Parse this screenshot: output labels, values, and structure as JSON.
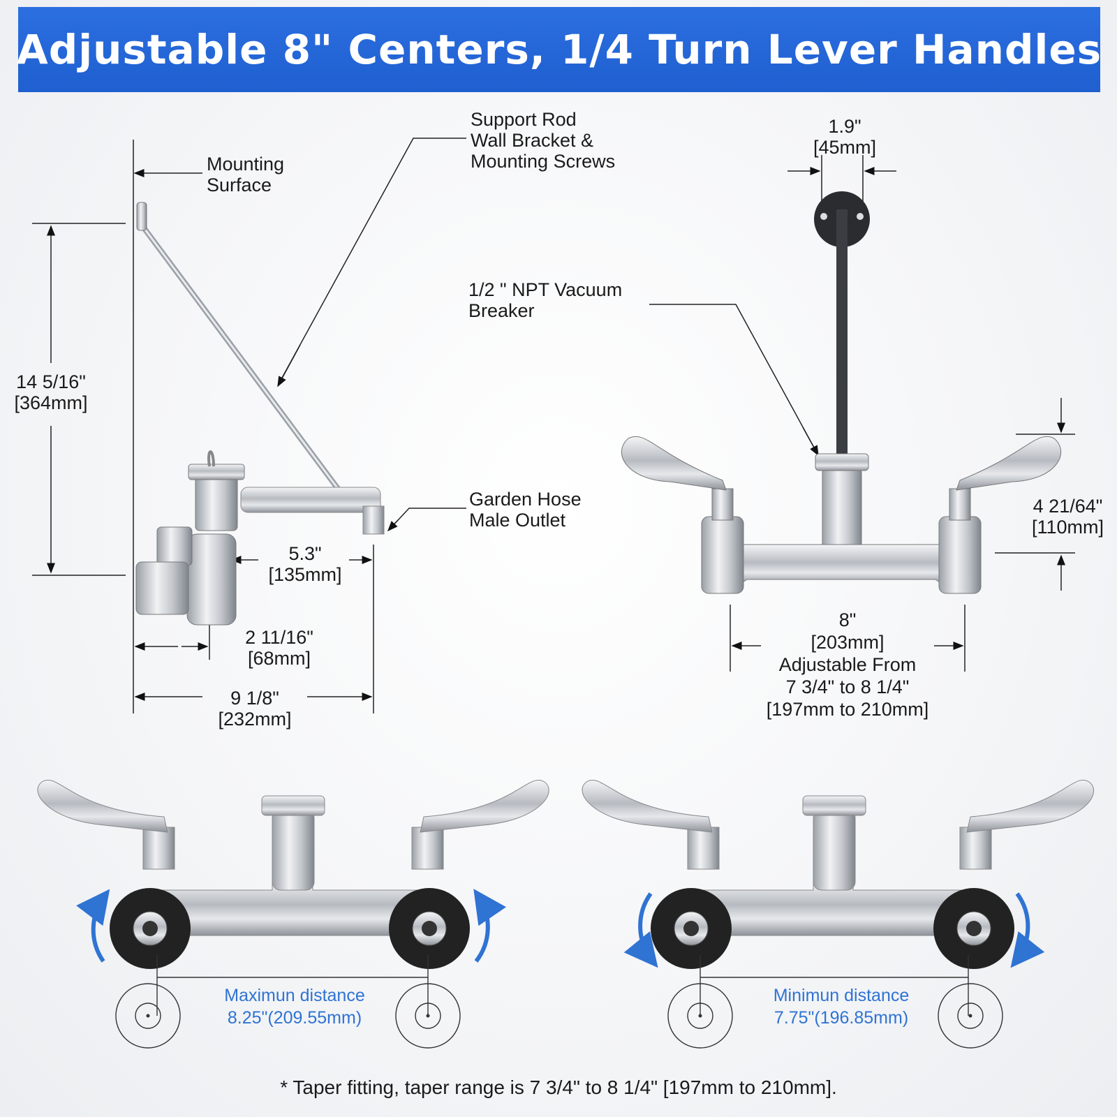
{
  "header": {
    "title": "Adjustable 8\" Centers, 1/4 Turn Lever Handles"
  },
  "side_view": {
    "mounting_surface": [
      "Mounting",
      "Surface"
    ],
    "support_rod": [
      "Support Rod",
      "Wall Bracket &",
      "Mounting Screws"
    ],
    "height": [
      "14 5/16\"",
      "[364mm]"
    ],
    "garden_hose": [
      "Garden Hose",
      "Male Outlet"
    ],
    "spout_depth": [
      "5.3\"",
      "[135mm]"
    ],
    "body_depth": [
      "2 11/16\"",
      "[68mm]"
    ],
    "total_depth": [
      "9 1/8\"",
      "[232mm]"
    ]
  },
  "front_view": {
    "rod_width": [
      "1.9\"",
      "[45mm]"
    ],
    "vacuum_breaker": [
      "1/2 \" NPT  Vacuum",
      "Breaker"
    ],
    "body_height": [
      "4 21/64\"",
      "[110mm]"
    ],
    "centers": [
      "8\"",
      "[203mm]",
      "Adjustable From",
      "7 3/4\" to 8 1/4\"",
      "[197mm to 210mm]"
    ]
  },
  "bottom": {
    "left": [
      "Maximun distance",
      "8.25\"(209.55mm)"
    ],
    "right": [
      "Minimun distance",
      "7.75\"(196.85mm)"
    ]
  },
  "footnote": "* Taper fitting, taper range is 7 3/4\" to 8 1/4\" [197mm to 210mm].",
  "colors": {
    "banner": "#1f5fd0",
    "arrow_blue": "#2f73d3",
    "chrome": "#c9ccd1"
  }
}
